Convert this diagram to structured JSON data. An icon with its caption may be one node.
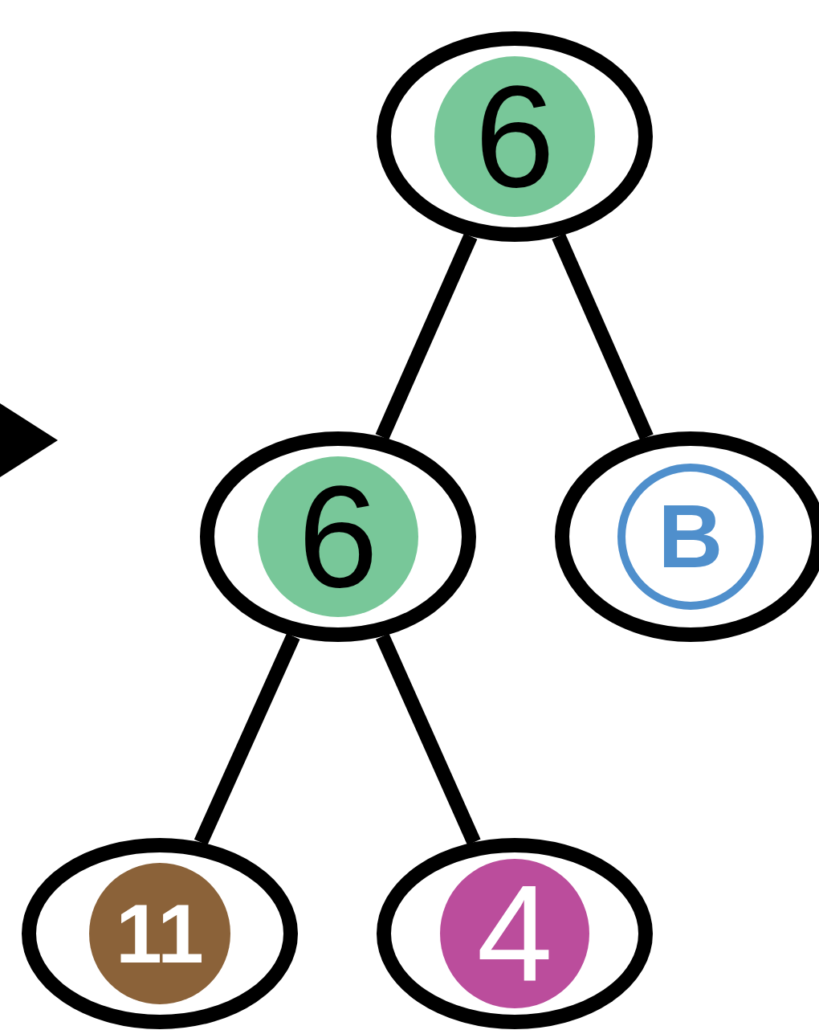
{
  "diagram": {
    "nodes": [
      {
        "text": [
          "6"
        ]
      },
      {
        "text": [
          "6"
        ]
      },
      {
        "text": [
          "B"
        ]
      },
      {
        "text": [
          "11"
        ]
      },
      {
        "text": [
          "4"
        ]
      }
    ],
    "edges": [
      {
        "from": 0,
        "to": 1,
        "arrow": "none"
      },
      {
        "from": 0,
        "to": 2,
        "arrow": "none"
      },
      {
        "from": 1,
        "to": 3,
        "arrow": "none"
      },
      {
        "from": 1,
        "to": 4,
        "arrow": "none"
      }
    ]
  }
}
